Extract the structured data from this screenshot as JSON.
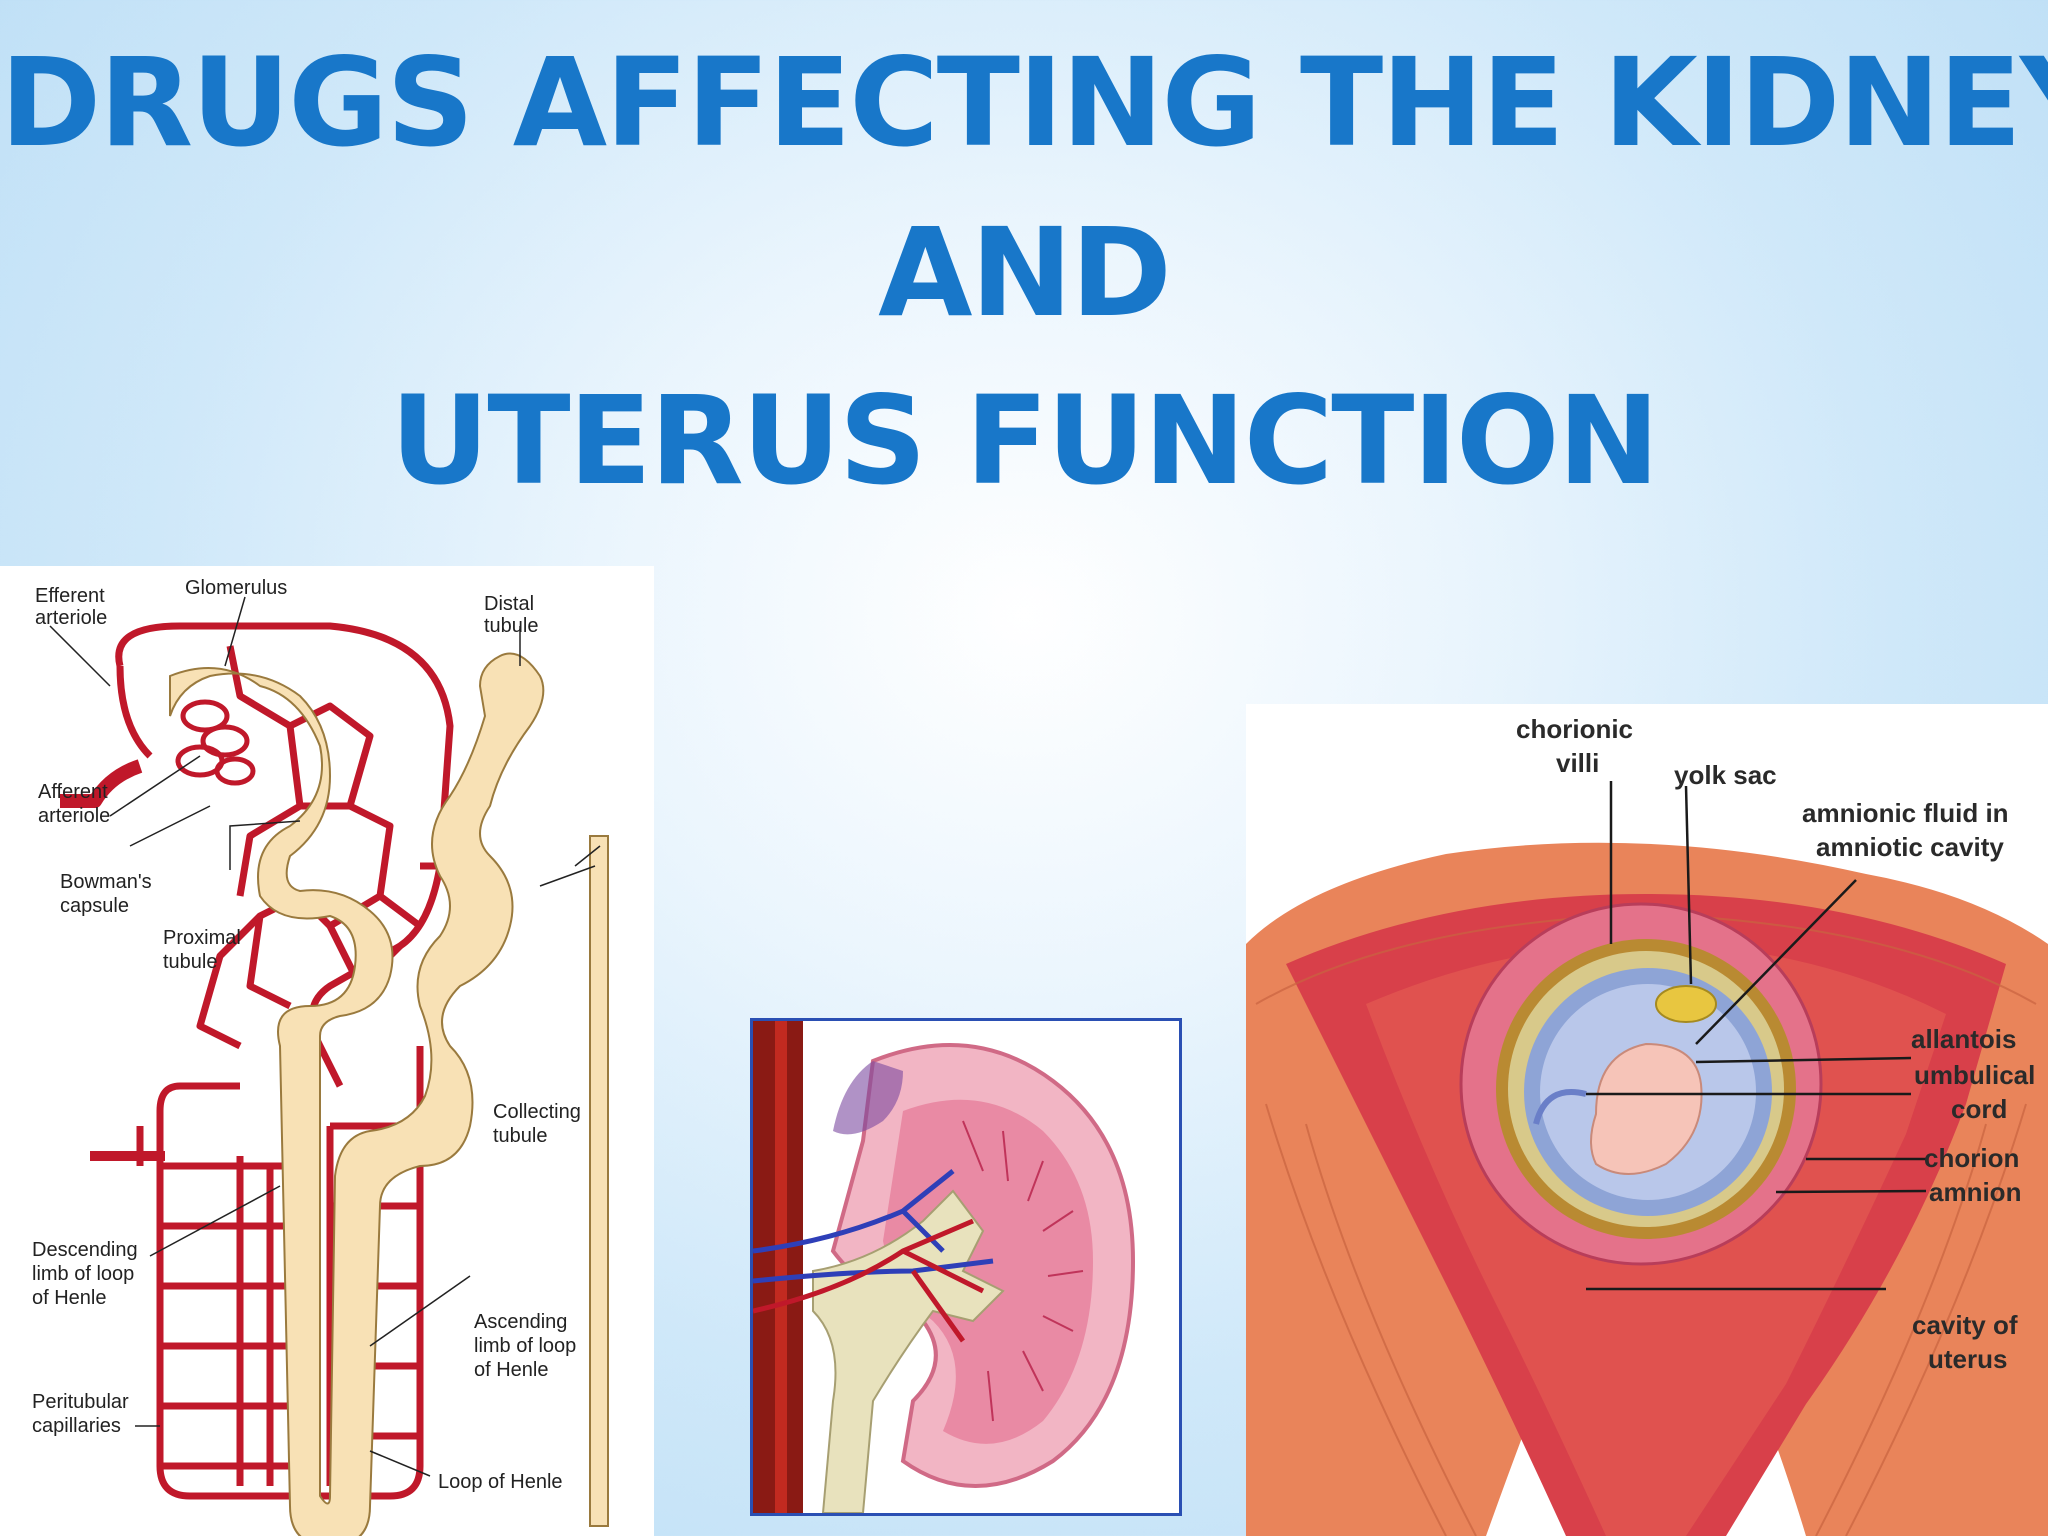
{
  "title": {
    "line1": "DRUGS AFFECTING THE KIDNEY",
    "line2": "AND",
    "line3": "UTERUS FUNCTION"
  },
  "nephron": {
    "efferent_1": "Efferent",
    "efferent_2": "arteriole",
    "glomerulus": "Glomerulus",
    "distal_1": "Distal",
    "distal_2": "tubule",
    "afferent_1": "Afferent",
    "afferent_2": "arteriole",
    "bowman_1": "Bowman's",
    "bowman_2": "capsule",
    "proximal_1": "Proximal",
    "proximal_2": "tubule",
    "collecting_1": "Collecting",
    "collecting_2": "tubule",
    "descending_1": "Descending",
    "descending_2": "limb of loop",
    "descending_3": "of Henle",
    "ascending_1": "Ascending",
    "ascending_2": "limb of loop",
    "ascending_3": "of Henle",
    "peritubular_1": "Peritubular",
    "peritubular_2": "capillaries",
    "loop": "Loop of Henle"
  },
  "uterus": {
    "chorionic_1": "chorionic",
    "chorionic_2": "villi",
    "yolk": "yolk sac",
    "amnionic_1": "amnionic fluid in",
    "amnionic_2": "amniotic cavity",
    "allantois": "allantois",
    "umbilical_1": "umbulical",
    "umbilical_2": "cord",
    "chorion": "chorion",
    "amnion": "amnion",
    "cavity_1": "cavity of",
    "cavity_2": "uterus"
  },
  "colors": {
    "title": "#1877c9",
    "vessel": "#c0182a",
    "tubule": "#f8e1b5",
    "kidney_border": "#2a4fb3"
  }
}
